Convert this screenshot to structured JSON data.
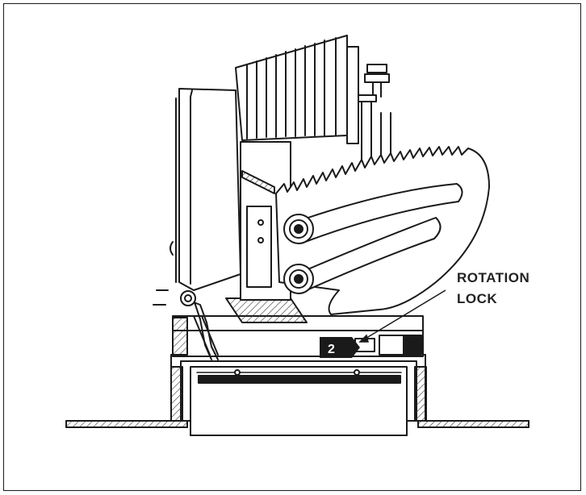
{
  "diagram": {
    "callout": {
      "line1": "ROTATION",
      "line2": "LOCK"
    },
    "step_badge": "2",
    "colors": {
      "ink": "#1a1a1a",
      "paper": "#ffffff",
      "hatch": "#333333",
      "badge": "#1a1a1a"
    }
  }
}
